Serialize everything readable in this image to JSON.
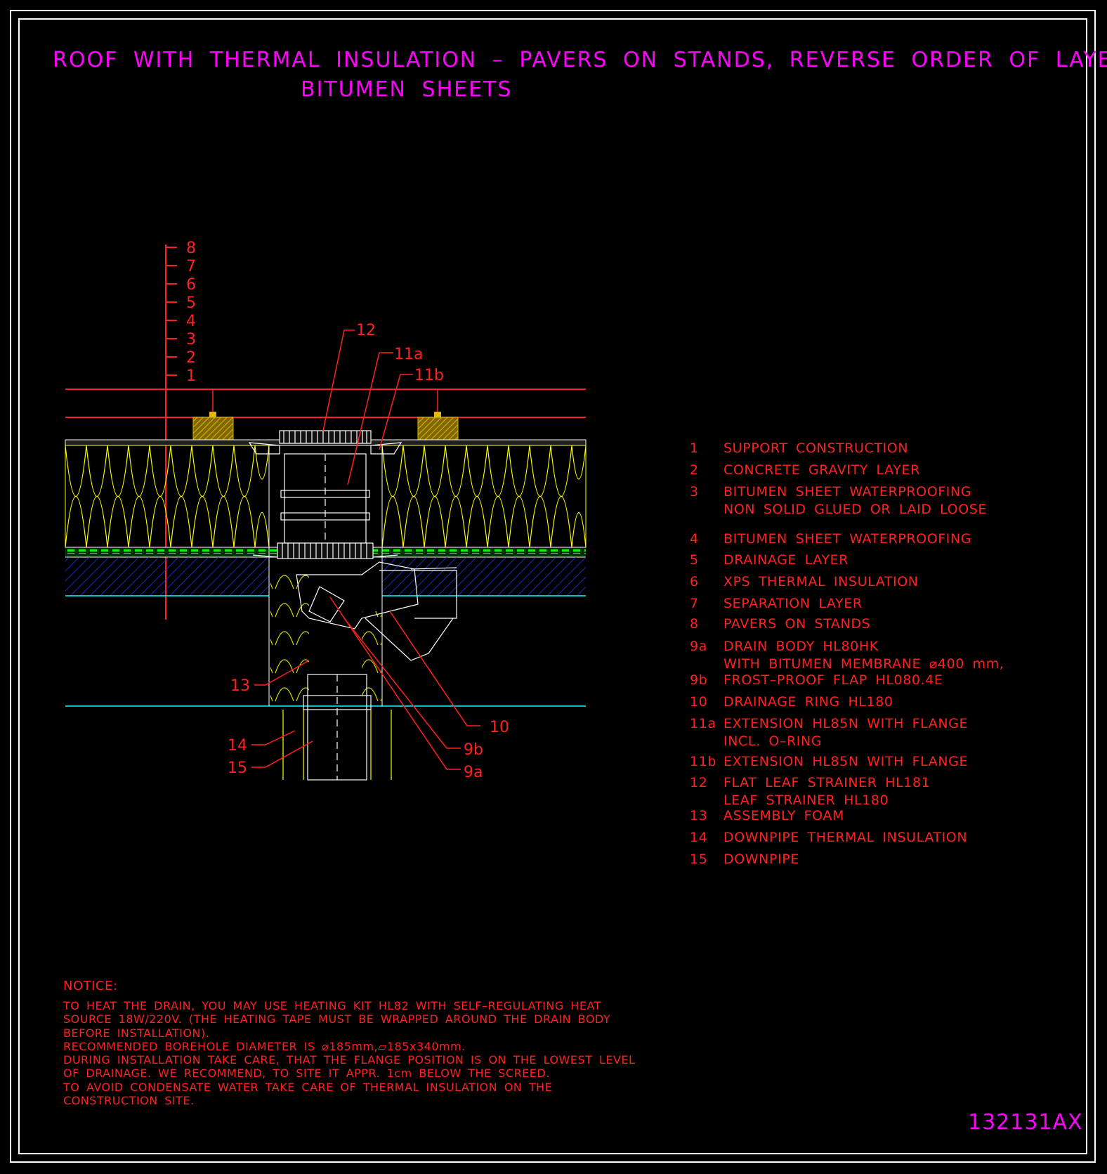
{
  "title": {
    "line1": "ROOF WITH THERMAL INSULATION – PAVERS ON STANDS, REVERSE ORDER OF LAYERS",
    "line2": "BITUMEN SHEETS"
  },
  "layer_ticks": [
    "8",
    "7",
    "6",
    "5",
    "4",
    "3",
    "2",
    "1"
  ],
  "callouts": {
    "c12": "12",
    "c11a": "11a",
    "c11b": "11b",
    "c13": "13",
    "c14": "14",
    "c15": "15",
    "c10": "10",
    "c9b": "9b",
    "c9a": "9a"
  },
  "legend": [
    {
      "num": "1",
      "lines": [
        "SUPPORT CONSTRUCTION"
      ]
    },
    {
      "num": "2",
      "lines": [
        "CONCRETE GRAVITY LAYER"
      ]
    },
    {
      "num": "3",
      "lines": [
        "BITUMEN SHEET WATERPROOFING",
        "NON SOLID GLUED OR LAID LOOSE"
      ]
    },
    {
      "num": "4",
      "lines": [
        "BITUMEN SHEET WATERPROOFING"
      ]
    },
    {
      "num": "5",
      "lines": [
        "DRAINAGE LAYER"
      ]
    },
    {
      "num": "6",
      "lines": [
        "XPS THERMAL INSULATION"
      ]
    },
    {
      "num": "7",
      "lines": [
        "SEPARATION LAYER"
      ]
    },
    {
      "num": "8",
      "lines": [
        "PAVERS ON STANDS"
      ]
    },
    {
      "num": "9a",
      "lines": [
        "DRAIN BODY HL80HK",
        "WITH BITUMEN MEMBRANE ⌀400 mm,"
      ]
    },
    {
      "num": "9b",
      "lines": [
        "FROST–PROOF FLAP HL080.4E"
      ]
    },
    {
      "num": "10",
      "lines": [
        "DRAINAGE RING HL180"
      ]
    },
    {
      "num": "11a",
      "lines": [
        "EXTENSION HL85N WITH FLANGE",
        "INCL. O–RING"
      ]
    },
    {
      "num": "11b",
      "lines": [
        "EXTENSION HL85N WITH FLANGE"
      ]
    },
    {
      "num": "12",
      "lines": [
        "FLAT LEAF STRAINER HL181",
        "LEAF STRAINER HL180"
      ]
    },
    {
      "num": "13",
      "lines": [
        "ASSEMBLY FOAM"
      ]
    },
    {
      "num": "14",
      "lines": [
        "DOWNPIPE THERMAL INSULATION"
      ]
    },
    {
      "num": "15",
      "lines": [
        "DOWNPIPE"
      ]
    }
  ],
  "notice": {
    "heading": "NOTICE:",
    "lines": [
      "TO HEAT THE DRAIN, YOU MAY USE HEATING KIT HL82 WITH SELF–REGULATING HEAT",
      "SOURCE 18W/220V. (THE HEATING TAPE MUST BE WRAPPED AROUND THE DRAIN BODY",
      "BEFORE INSTALLATION).",
      "RECOMMENDED BOREHOLE DIAMETER IS ⌀185mm,▱185x340mm.",
      "DURING INSTALLATION TAKE CARE, THAT THE FLANGE POSITION IS ON THE LOWEST LEVEL",
      "OF DRAINAGE. WE RECOMMEND, TO SITE IT APPR. 1cm BELOW THE SCREED.",
      "TO AVOID CONDENSATE WATER TAKE CARE OF THERMAL INSULATION ON THE",
      "CONSTRUCTION SITE."
    ]
  },
  "drawing_code": "132131AX",
  "colors": {
    "background": "#000000",
    "title": "#ff00ff",
    "annotation": "#ff2020",
    "insulation": "#ffff00",
    "membrane": "#00ff00",
    "concrete_hatch": "#3030ff",
    "slab_line": "#00ffff",
    "paver_stand": "#c8a000",
    "pipe": "#ffffff"
  }
}
